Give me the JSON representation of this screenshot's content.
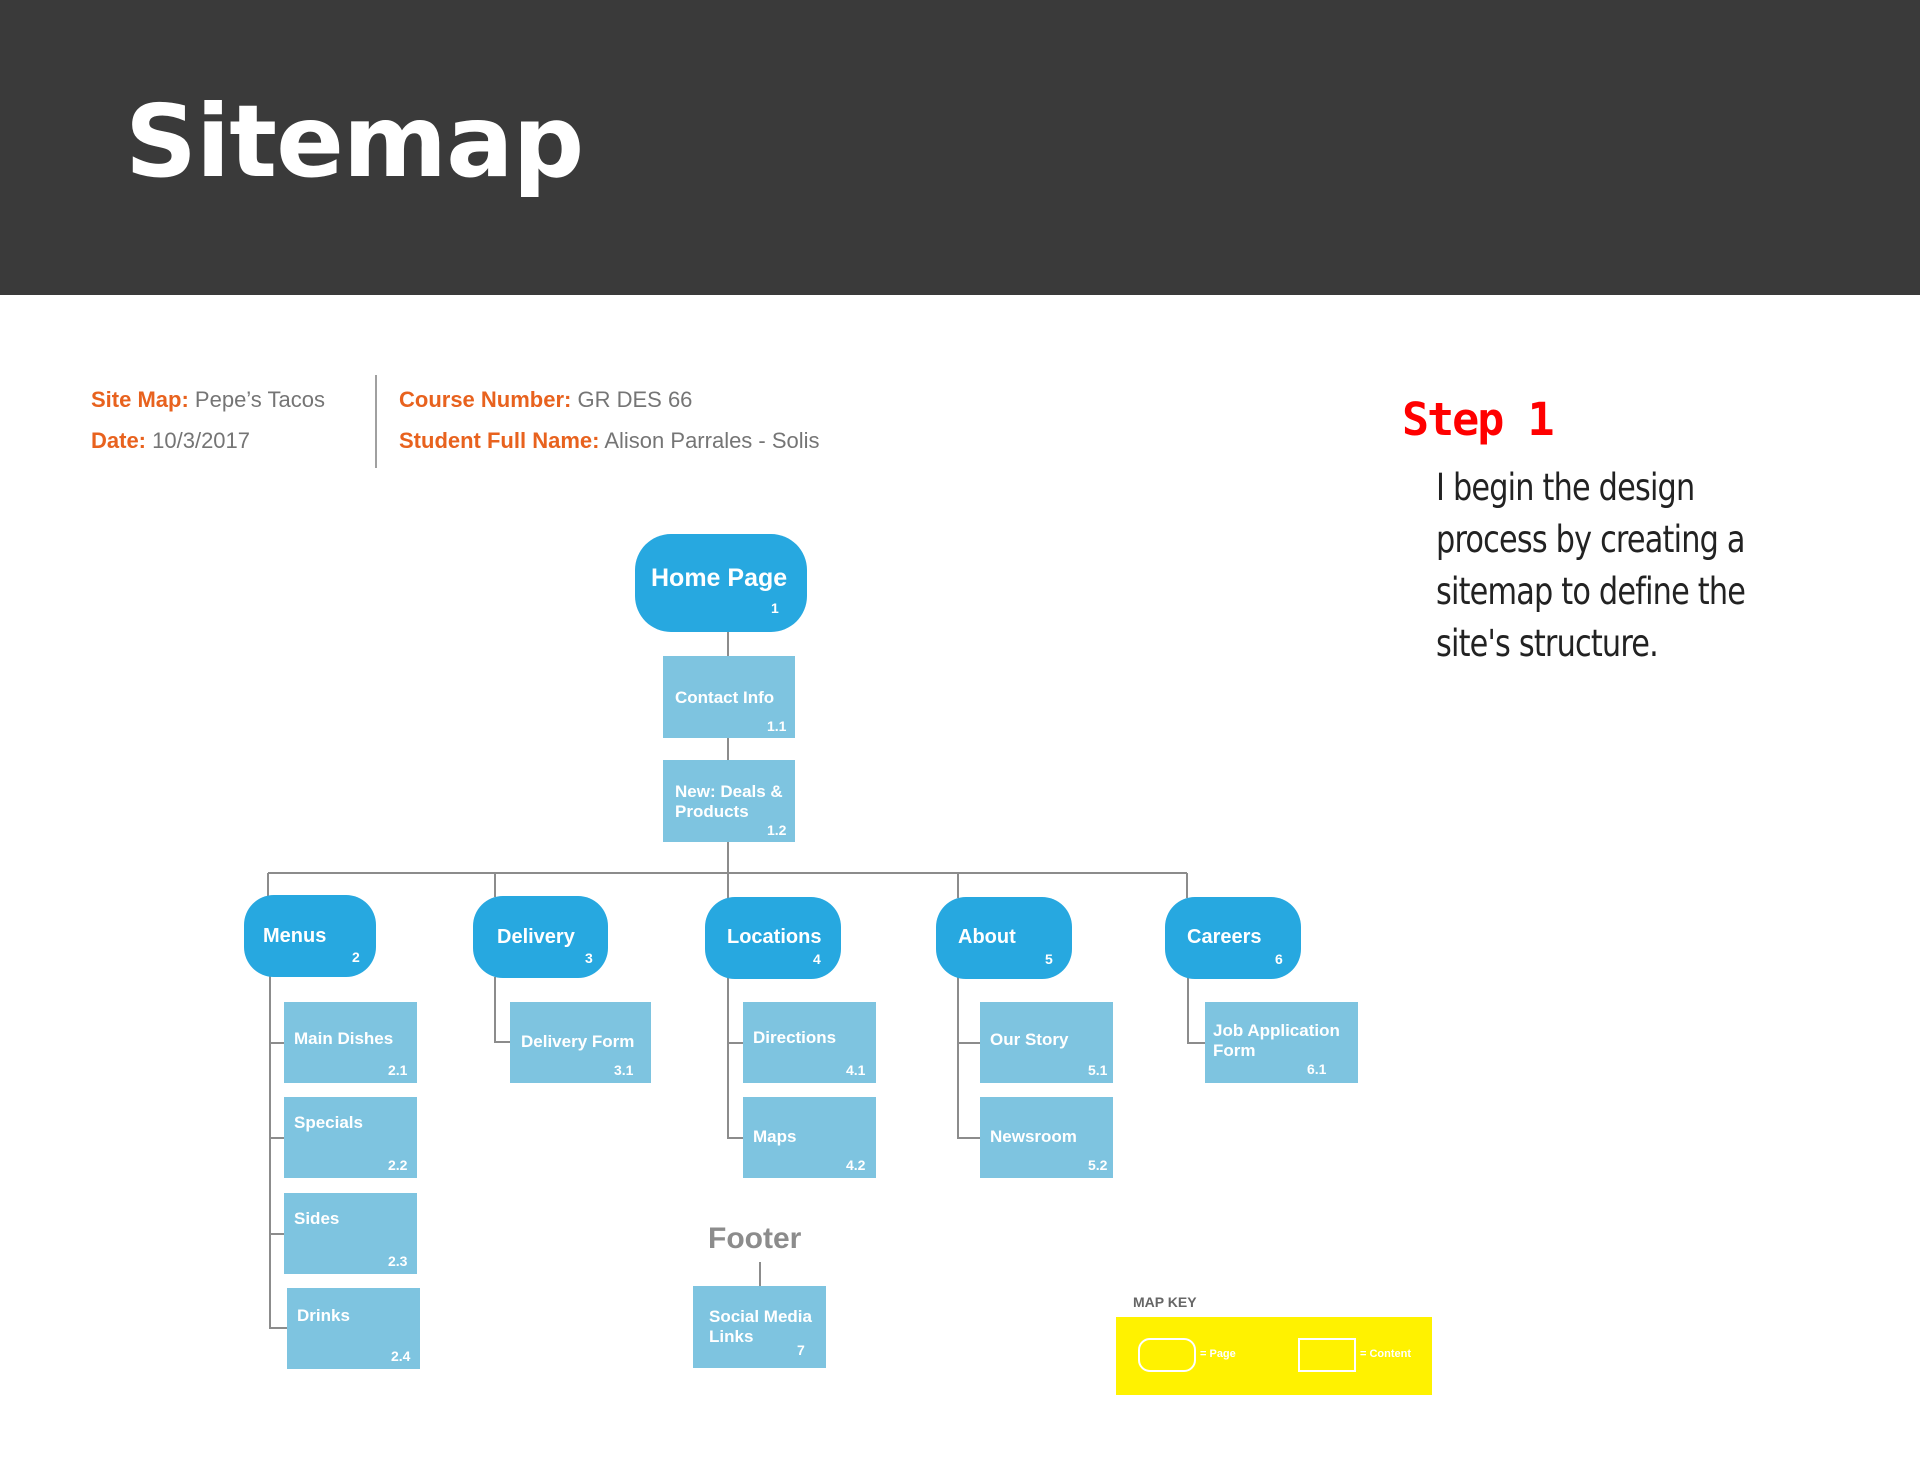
{
  "header": {
    "title": "Sitemap"
  },
  "info": {
    "site_map_label": "Site Map:",
    "site_map_value": "Pepe’s Tacos",
    "date_label": "Date:",
    "date_value": "10/3/2017",
    "course_label": "Course Number:",
    "course_value": "GR DES 66",
    "student_label": "Student Full Name:",
    "student_value": "Alison Parrales - Solis"
  },
  "step": {
    "title": "Step 1",
    "text": "I begin the design process by creating a sitemap to define the site's structure."
  },
  "nodes": [
    {
      "id": "home",
      "kind": "page",
      "label": "Home Page",
      "num": "1"
    },
    {
      "id": "contact",
      "kind": "content",
      "label": "Contact Info",
      "num": "1.1"
    },
    {
      "id": "deals",
      "kind": "content",
      "label": "New: Deals & Products",
      "num": "1.2"
    },
    {
      "id": "menus",
      "kind": "page",
      "label": "Menus",
      "num": "2"
    },
    {
      "id": "delivery",
      "kind": "page",
      "label": "Delivery",
      "num": "3"
    },
    {
      "id": "locations",
      "kind": "page",
      "label": "Locations",
      "num": "4"
    },
    {
      "id": "about",
      "kind": "page",
      "label": "About",
      "num": "5"
    },
    {
      "id": "careers",
      "kind": "page",
      "label": "Careers",
      "num": "6"
    },
    {
      "id": "main-dishes",
      "kind": "content",
      "label": "Main Dishes",
      "num": "2.1"
    },
    {
      "id": "specials",
      "kind": "content",
      "label": "Specials",
      "num": "2.2"
    },
    {
      "id": "sides",
      "kind": "content",
      "label": "Sides",
      "num": "2.3"
    },
    {
      "id": "drinks",
      "kind": "content",
      "label": "Drinks",
      "num": "2.4"
    },
    {
      "id": "delivery-form",
      "kind": "content",
      "label": "Delivery Form",
      "num": "3.1"
    },
    {
      "id": "directions",
      "kind": "content",
      "label": "Directions",
      "num": "4.1"
    },
    {
      "id": "maps",
      "kind": "content",
      "label": "Maps",
      "num": "4.2"
    },
    {
      "id": "our-story",
      "kind": "content",
      "label": "Our Story",
      "num": "5.1"
    },
    {
      "id": "newsroom",
      "kind": "content",
      "label": "Newsroom",
      "num": "5.2"
    },
    {
      "id": "job-application",
      "kind": "content",
      "label": "Job Application Form",
      "num": "6.1"
    },
    {
      "id": "social-media",
      "kind": "content",
      "label": "Social Media Links",
      "num": "7"
    }
  ],
  "footer": {
    "title": "Footer"
  },
  "map_key": {
    "title": "MAP KEY",
    "page_label": "= Page",
    "content_label": "= Content"
  },
  "colors": {
    "page": "#27a8e0",
    "content": "#7ec4e0",
    "header": "#3a3a3a",
    "accent": "#e8621e",
    "step": "#ff0000",
    "key": "#fff200"
  }
}
